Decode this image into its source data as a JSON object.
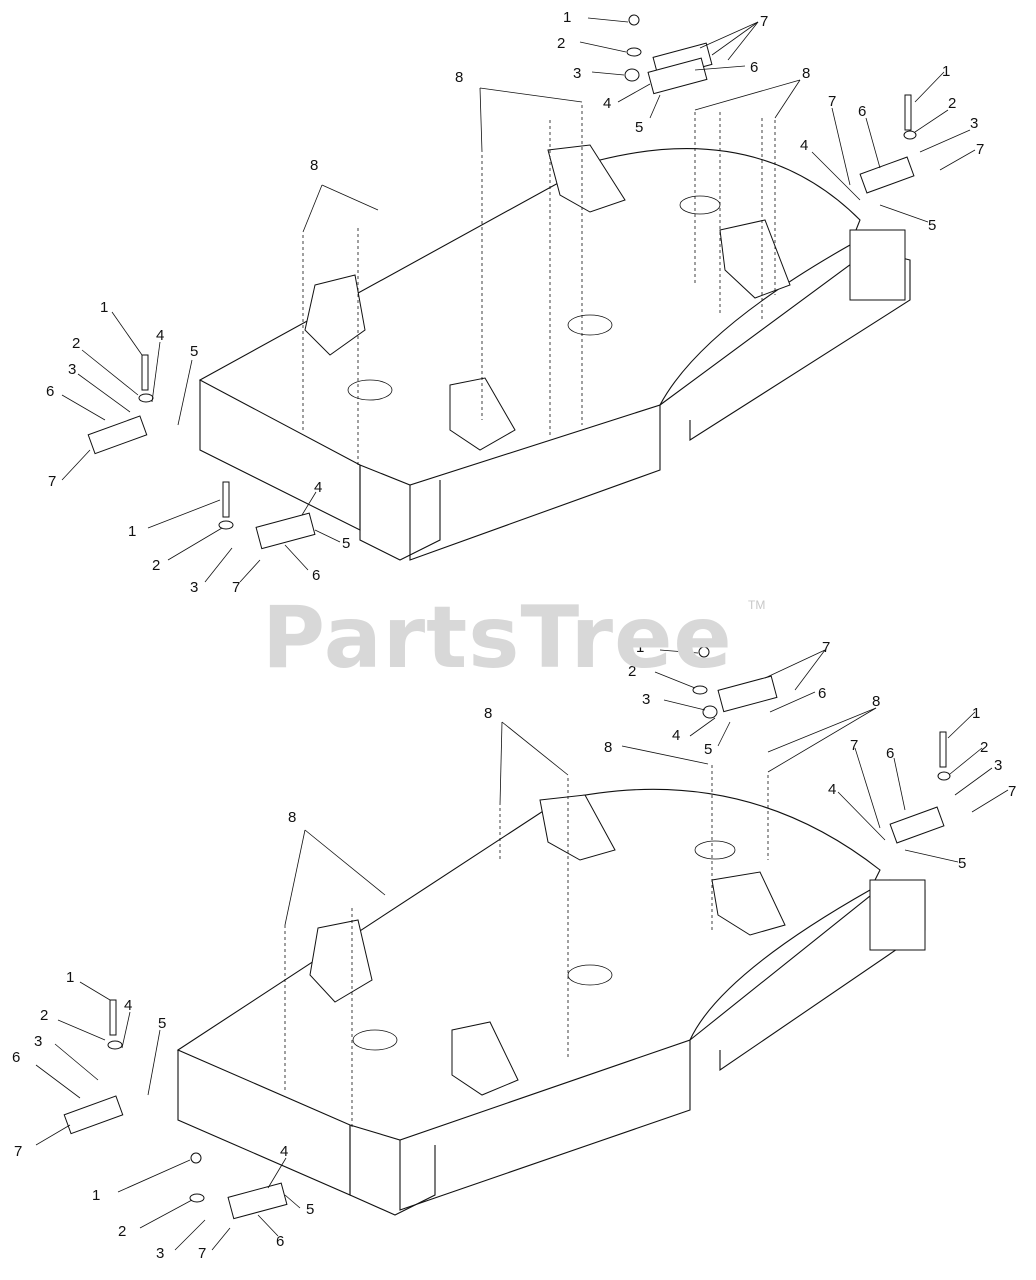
{
  "watermark": {
    "brand": "PartsTree",
    "trademark": "TM"
  },
  "callouts": {
    "top": [
      {
        "id": "t1",
        "label": "1"
      },
      {
        "id": "t2",
        "label": "2"
      },
      {
        "id": "t3",
        "label": "3"
      },
      {
        "id": "t4",
        "label": "4"
      },
      {
        "id": "t5",
        "label": "5"
      },
      {
        "id": "t6",
        "label": "6"
      },
      {
        "id": "t7",
        "label": "7"
      },
      {
        "id": "t8a",
        "label": "8"
      },
      {
        "id": "t8b",
        "label": "8"
      },
      {
        "id": "t8c",
        "label": "8"
      },
      {
        "id": "r1",
        "label": "1"
      },
      {
        "id": "r2",
        "label": "2"
      },
      {
        "id": "r3",
        "label": "3"
      },
      {
        "id": "r4",
        "label": "4"
      },
      {
        "id": "r5",
        "label": "5"
      },
      {
        "id": "r6",
        "label": "6"
      },
      {
        "id": "r7a",
        "label": "7"
      },
      {
        "id": "r7b",
        "label": "7"
      },
      {
        "id": "l1",
        "label": "1"
      },
      {
        "id": "l2",
        "label": "2"
      },
      {
        "id": "l3",
        "label": "3"
      },
      {
        "id": "l4",
        "label": "4"
      },
      {
        "id": "l5",
        "label": "5"
      },
      {
        "id": "l6",
        "label": "6"
      },
      {
        "id": "l7",
        "label": "7"
      },
      {
        "id": "b1",
        "label": "1"
      },
      {
        "id": "b2",
        "label": "2"
      },
      {
        "id": "b3",
        "label": "3"
      },
      {
        "id": "b4",
        "label": "4"
      },
      {
        "id": "b5",
        "label": "5"
      },
      {
        "id": "b6",
        "label": "6"
      },
      {
        "id": "b7",
        "label": "7"
      }
    ],
    "bottom": [
      {
        "id": "t1",
        "label": "1"
      },
      {
        "id": "t2",
        "label": "2"
      },
      {
        "id": "t3",
        "label": "3"
      },
      {
        "id": "t4",
        "label": "4"
      },
      {
        "id": "t5",
        "label": "5"
      },
      {
        "id": "t6",
        "label": "6"
      },
      {
        "id": "t7",
        "label": "7"
      },
      {
        "id": "t8a",
        "label": "8"
      },
      {
        "id": "t8b",
        "label": "8"
      },
      {
        "id": "t8c",
        "label": "8"
      },
      {
        "id": "t8d",
        "label": "8"
      },
      {
        "id": "r1",
        "label": "1"
      },
      {
        "id": "r2",
        "label": "2"
      },
      {
        "id": "r3",
        "label": "3"
      },
      {
        "id": "r4",
        "label": "4"
      },
      {
        "id": "r5",
        "label": "5"
      },
      {
        "id": "r6",
        "label": "6"
      },
      {
        "id": "r7a",
        "label": "7"
      },
      {
        "id": "r7b",
        "label": "7"
      },
      {
        "id": "l1",
        "label": "1"
      },
      {
        "id": "l2",
        "label": "2"
      },
      {
        "id": "l3",
        "label": "3"
      },
      {
        "id": "l4",
        "label": "4"
      },
      {
        "id": "l5",
        "label": "5"
      },
      {
        "id": "l6",
        "label": "6"
      },
      {
        "id": "l7",
        "label": "7"
      },
      {
        "id": "b1",
        "label": "1"
      },
      {
        "id": "b2",
        "label": "2"
      },
      {
        "id": "b3",
        "label": "3"
      },
      {
        "id": "b4",
        "label": "4"
      },
      {
        "id": "b5",
        "label": "5"
      },
      {
        "id": "b6",
        "label": "6"
      },
      {
        "id": "b7",
        "label": "7"
      }
    ]
  }
}
